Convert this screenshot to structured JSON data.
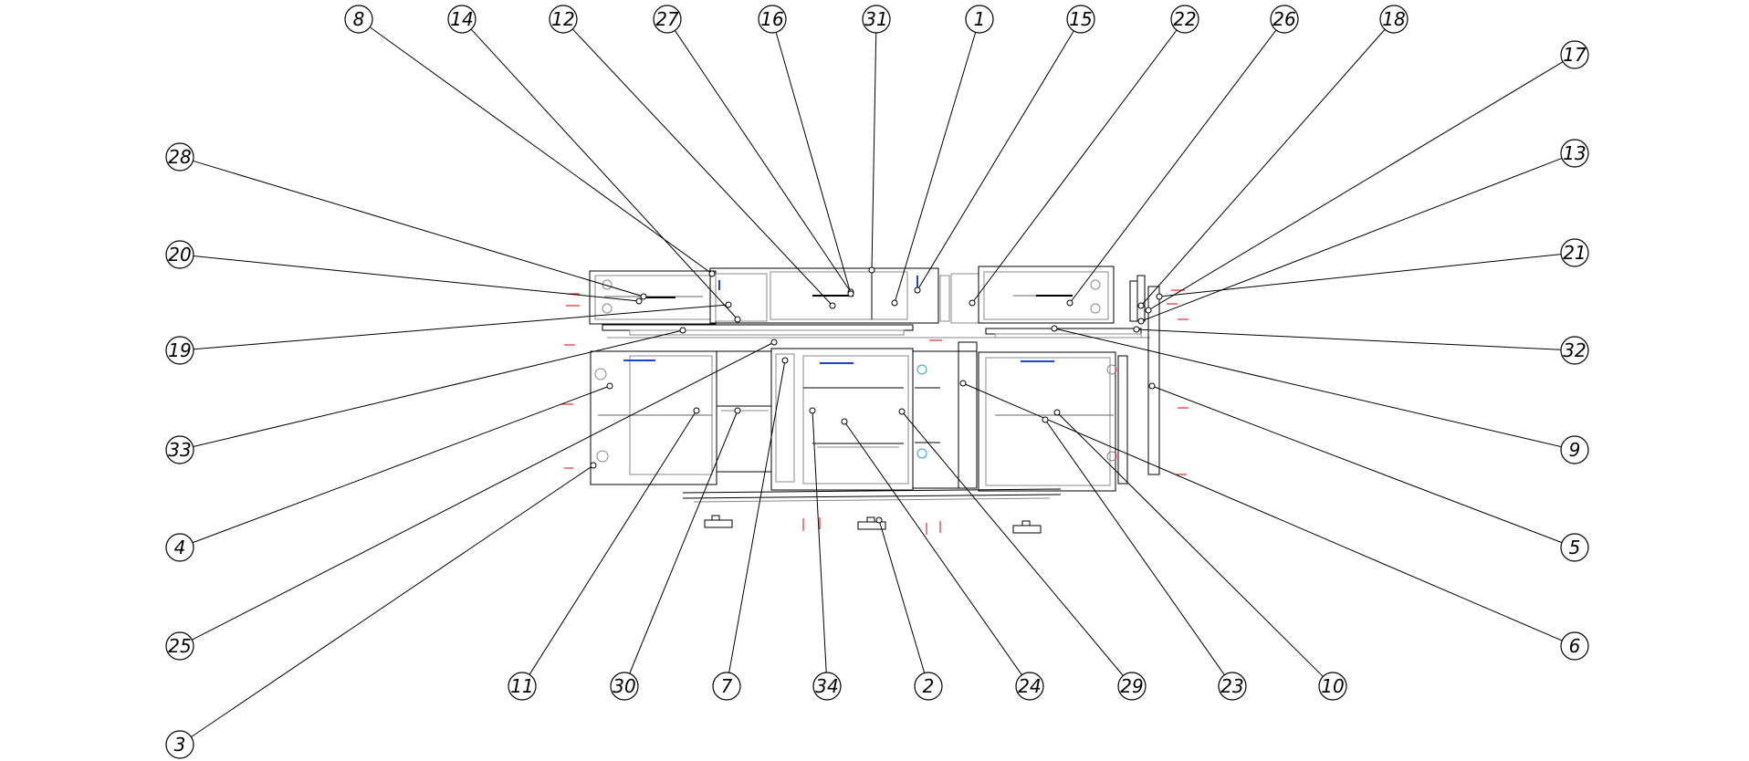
{
  "diagram": {
    "type": "exploded assembly drawing with numbered part callouts",
    "colors": {
      "line": "#000000",
      "accent_red": "#dd0000",
      "accent_blue": "#2244cc",
      "accent_cyan": "#2aa6d6",
      "background": "#ffffff"
    },
    "callouts": [
      {
        "num": "8"
      },
      {
        "num": "14"
      },
      {
        "num": "12"
      },
      {
        "num": "27"
      },
      {
        "num": "16"
      },
      {
        "num": "31"
      },
      {
        "num": "1"
      },
      {
        "num": "15"
      },
      {
        "num": "22"
      },
      {
        "num": "26"
      },
      {
        "num": "18"
      },
      {
        "num": "17"
      },
      {
        "num": "13"
      },
      {
        "num": "21"
      },
      {
        "num": "32"
      },
      {
        "num": "9"
      },
      {
        "num": "5"
      },
      {
        "num": "6"
      },
      {
        "num": "28"
      },
      {
        "num": "20"
      },
      {
        "num": "19"
      },
      {
        "num": "33"
      },
      {
        "num": "4"
      },
      {
        "num": "25"
      },
      {
        "num": "3"
      },
      {
        "num": "11"
      },
      {
        "num": "30"
      },
      {
        "num": "7"
      },
      {
        "num": "34"
      },
      {
        "num": "2"
      },
      {
        "num": "24"
      },
      {
        "num": "29"
      },
      {
        "num": "23"
      },
      {
        "num": "10"
      }
    ]
  }
}
